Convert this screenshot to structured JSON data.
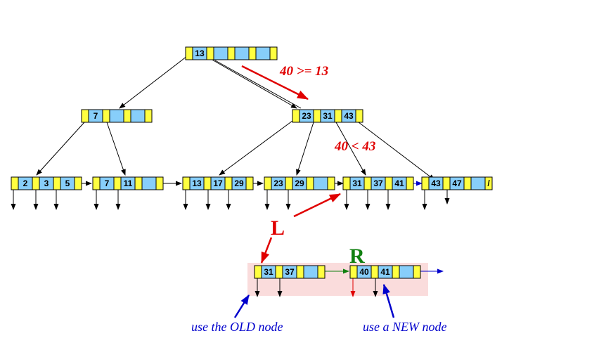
{
  "diagram": {
    "root": {
      "keys": [
        "13",
        "",
        "",
        ""
      ]
    },
    "internal_left": {
      "keys": [
        "7",
        "",
        ""
      ]
    },
    "internal_right": {
      "keys": [
        "23",
        "31",
        "43"
      ]
    },
    "leaves": [
      {
        "keys": [
          "2",
          "3",
          "5"
        ]
      },
      {
        "keys": [
          "7",
          "11",
          ""
        ]
      },
      {
        "keys": [
          "13",
          "17",
          "29"
        ]
      },
      {
        "keys": [
          "23",
          "29",
          ""
        ]
      },
      {
        "keys": [
          "31",
          "37",
          "41"
        ]
      },
      {
        "keys": [
          "43",
          "47",
          ""
        ],
        "terminator": "/"
      }
    ],
    "split": {
      "old_node": {
        "keys": [
          "31",
          "37",
          ""
        ]
      },
      "new_node": {
        "keys": [
          "40",
          "41",
          ""
        ]
      },
      "left_label": "L",
      "right_label": "R"
    },
    "annotations": {
      "compare_root": "40 >= 13",
      "compare_internal": "40 < 43",
      "old_caption": "use the OLD node",
      "new_caption": "use a NEW node"
    }
  },
  "colors": {
    "pointer_cell": "#ffff40",
    "key_cell": "#87cefa",
    "highlight": "#fadcdc",
    "annotation_red": "#e00000",
    "annotation_blue": "#0000cc",
    "label_green": "#108010",
    "inserted_key": "#e00000"
  }
}
